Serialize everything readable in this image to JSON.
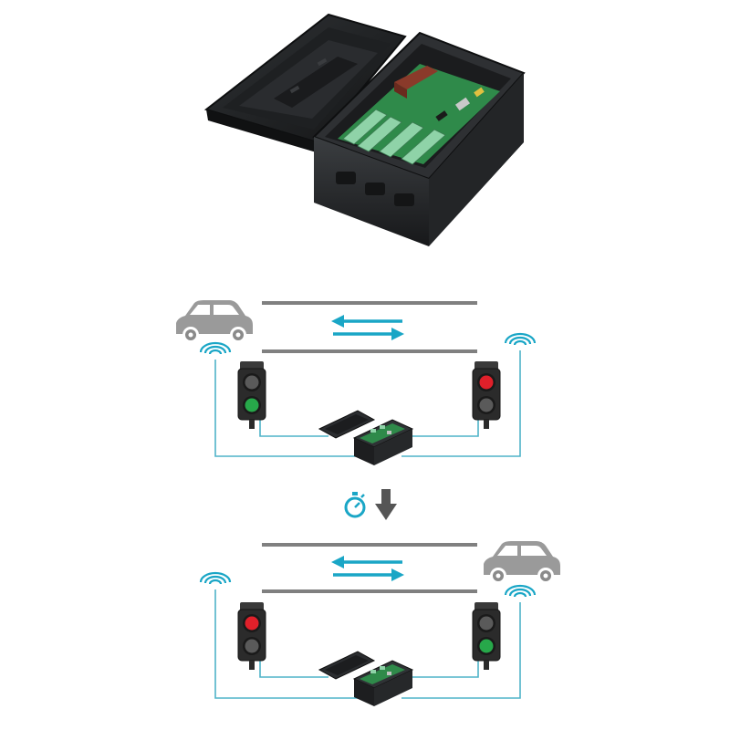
{
  "colors": {
    "road": "#808080",
    "wire": "#4fb3c8",
    "accent": "#1aa6c6",
    "car": "#9a9a9a",
    "light_red_on": "#e0202a",
    "light_green_on": "#27a84a",
    "light_off": "#5a5a5a",
    "box": "#2a2c2e",
    "pcb": "#2f8a4a",
    "down_arrow": "#555555"
  },
  "product_photo": {
    "name": "control-box-photo",
    "lid": "open"
  },
  "scenarios": [
    {
      "name": "scenario-1",
      "car_side": "left",
      "left_light": {
        "red": false,
        "green": true
      },
      "right_light": {
        "red": true,
        "green": false
      }
    },
    {
      "name": "scenario-2",
      "car_side": "right",
      "left_light": {
        "red": true,
        "green": false
      },
      "right_light": {
        "red": false,
        "green": true
      }
    }
  ],
  "transition": {
    "icons": [
      "timer-icon",
      "arrow-down-icon"
    ]
  }
}
